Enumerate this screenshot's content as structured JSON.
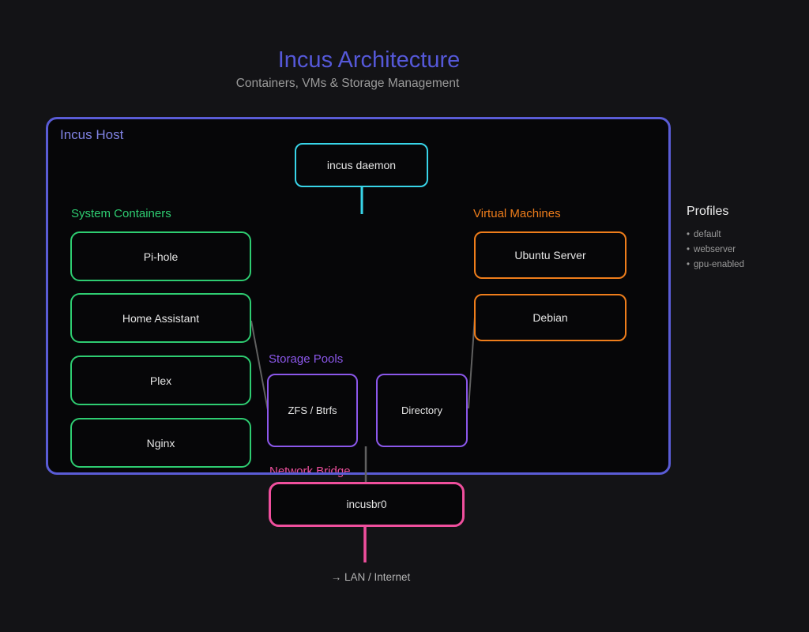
{
  "title": "Incus Architecture",
  "subtitle": "Containers, VMs & Storage Management",
  "host": {
    "label": "Incus Host"
  },
  "daemon": {
    "label": "incus daemon"
  },
  "sections": {
    "containers": {
      "heading": "System Containers",
      "items": [
        "Pi-hole",
        "Home Assistant",
        "Plex",
        "Nginx"
      ]
    },
    "vms": {
      "heading": "Virtual Machines",
      "items": [
        "Ubuntu Server",
        "Debian"
      ]
    },
    "storage": {
      "heading": "Storage Pools",
      "items": [
        "ZFS / Btrfs",
        "Directory"
      ]
    },
    "network": {
      "heading": "Network Bridge",
      "bridge": "incusbr0"
    }
  },
  "profiles": {
    "heading": "Profiles",
    "bullet": "•",
    "items": [
      "default",
      "webserver",
      "gpu-enabled"
    ]
  },
  "footer": {
    "lan_label": "→ LAN / Internet"
  },
  "colors": {
    "background": "#131316",
    "host_border": "#5a5cd6",
    "title": "#5558d8",
    "daemon_cyan": "#38d4e8",
    "containers_green": "#2ecc71",
    "vms_orange": "#ee7d1b",
    "storage_purple": "#8b57ea",
    "network_pink": "#ef4f9d",
    "connector_gray": "#606060"
  }
}
